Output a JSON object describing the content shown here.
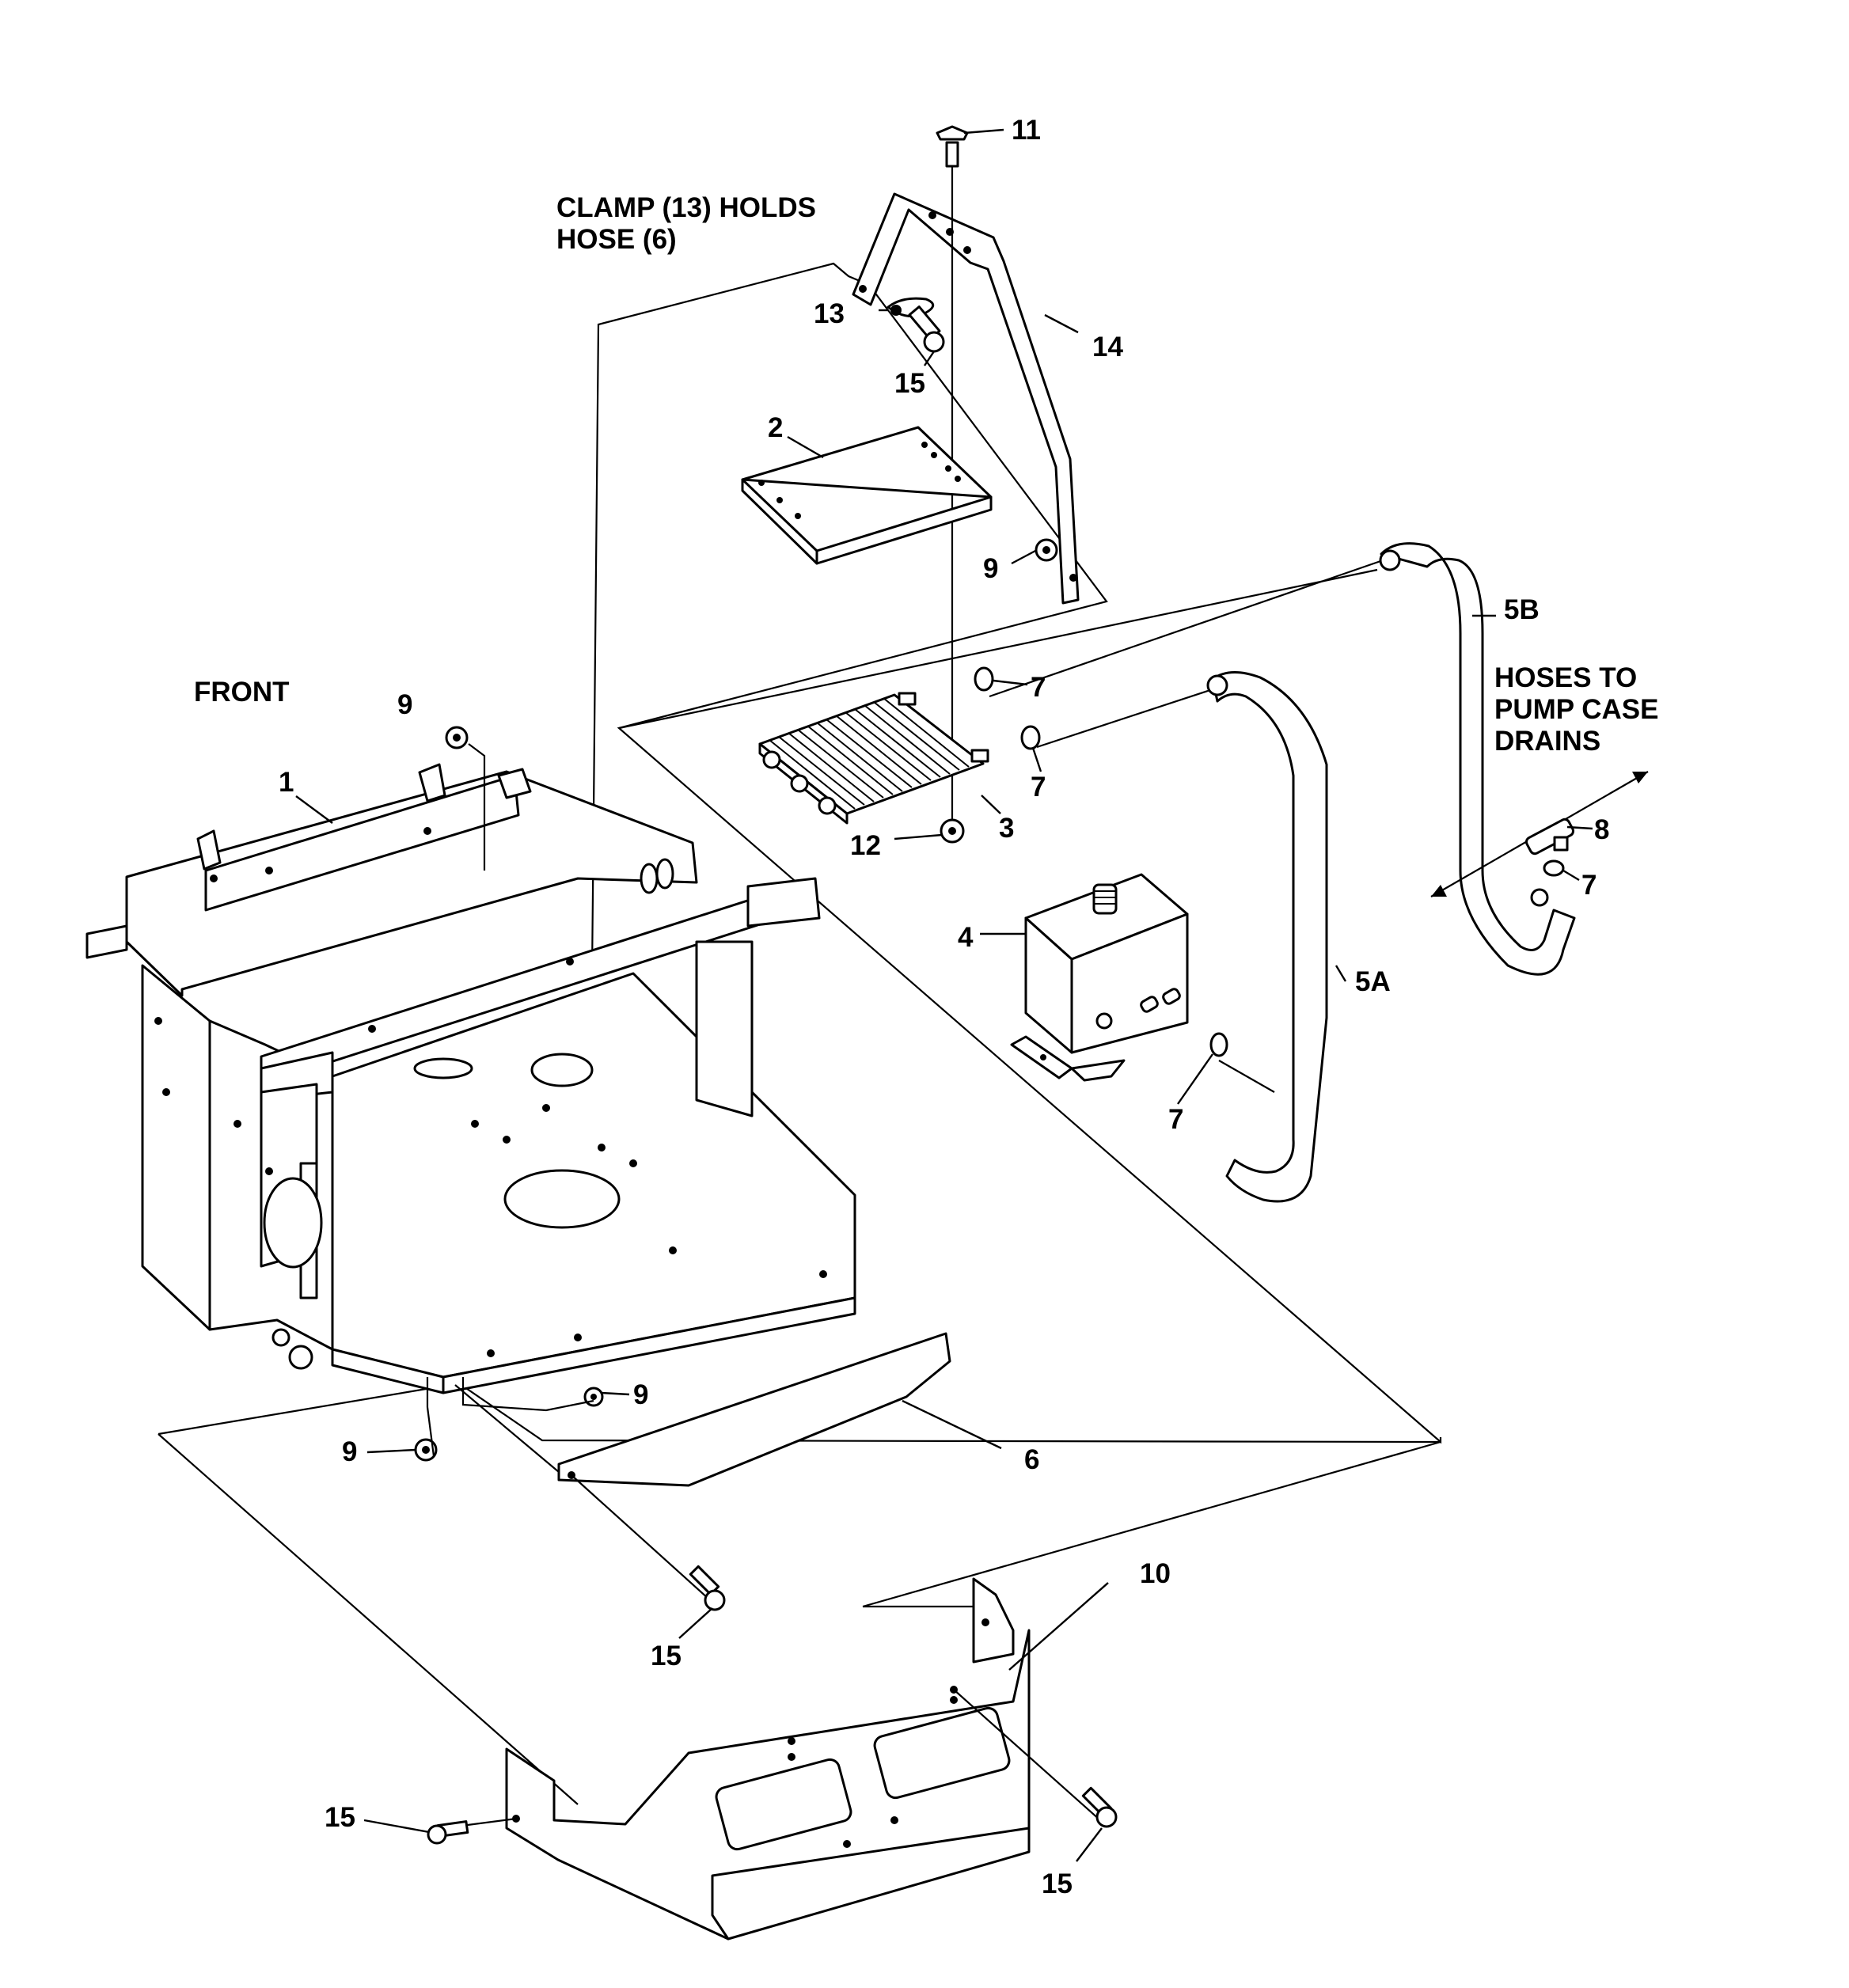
{
  "notes": {
    "clamp_line1": "CLAMP (13) HOLDS",
    "clamp_line2": "HOSE (6)",
    "front": "FRONT",
    "hoses_line1": "HOSES TO",
    "hoses_line2": "PUMP CASE",
    "hoses_line3": "DRAINS"
  },
  "callouts": {
    "c11": "11",
    "c13": "13",
    "c15_top": "15",
    "c14": "14",
    "c2": "2",
    "c9_bracket": "9",
    "c5b": "5B",
    "c7_upper": "7",
    "c7_lower": "7",
    "c3": "3",
    "c12": "12",
    "c9_frame": "9",
    "c1": "1",
    "c8": "8",
    "c7_right": "7",
    "c4": "4",
    "c5a": "5A",
    "c7_tank": "7",
    "c9_under_a": "9",
    "c9_under_b": "9",
    "c6": "6",
    "c10": "10",
    "c15_mid": "15",
    "c15_left": "15",
    "c15_right": "15"
  },
  "icons": {
    "bolt": "bolt-icon",
    "nut": "nut-icon",
    "clamp": "hose-clamp-icon",
    "arrow": "double-arrow-icon"
  }
}
